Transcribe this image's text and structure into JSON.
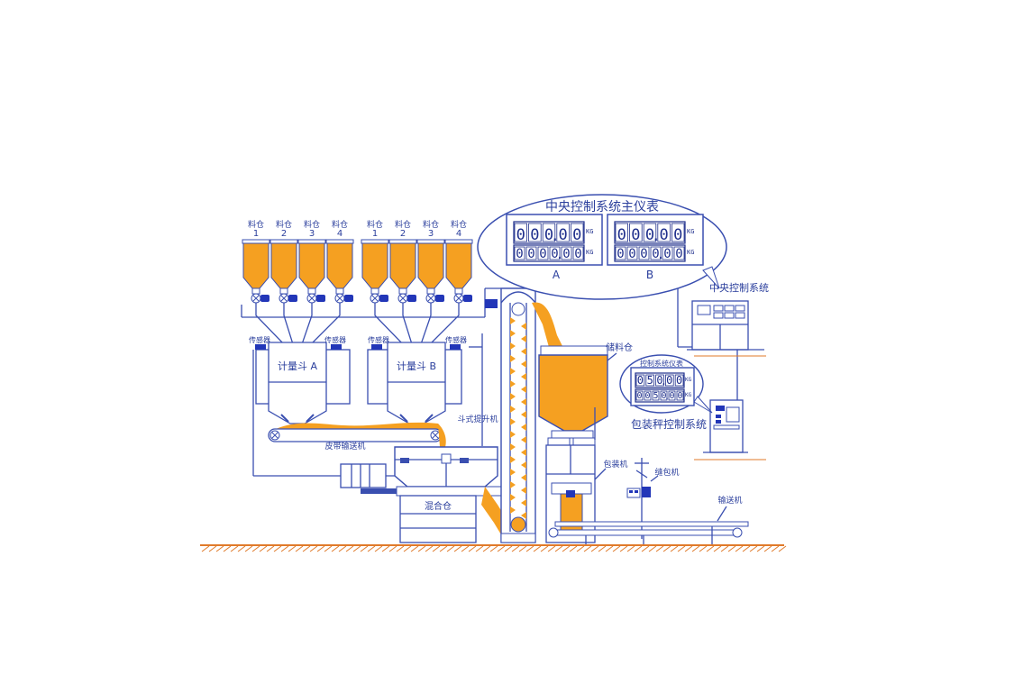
{
  "silo_group_a": [
    {
      "label": "料仓",
      "num": "1"
    },
    {
      "label": "料仓",
      "num": "2"
    },
    {
      "label": "料仓",
      "num": "3"
    },
    {
      "label": "料仓",
      "num": "4"
    }
  ],
  "silo_group_b": [
    {
      "label": "料仓",
      "num": "1"
    },
    {
      "label": "料仓",
      "num": "2"
    },
    {
      "label": "料仓",
      "num": "3"
    },
    {
      "label": "料仓",
      "num": "4"
    }
  ],
  "sensor_label": "传感器",
  "weigh_hopper_a": "计量斗 A",
  "weigh_hopper_b": "计量斗 B",
  "belt_conveyor": "皮带输送机",
  "mixing_bin": "混合仓",
  "bucket_elevator": "斗式提升机",
  "storage_bin": "储料仓",
  "bagging_machine": "包装机",
  "sewing_machine": "缝包机",
  "conveyor": "输送机",
  "central_control_system": "中央控制系统",
  "bagging_scale_control_system": "包装秤控制系统",
  "main_meter": {
    "title": "中央控制系统主仪表",
    "unit": "KG",
    "panels": [
      {
        "name": "A",
        "top": "000.00",
        "bottom": "0000.00"
      },
      {
        "name": "B",
        "top": "000.00",
        "bottom": "0000.00"
      }
    ]
  },
  "scale_meter": {
    "title": "控制系统仪表",
    "unit": "KG",
    "top": "050.00",
    "bottom": "0050.00"
  },
  "colors": {
    "material": "#f5a021",
    "line": "#3a4fb0",
    "valve": "#2236b8",
    "ground": "#e07a2a"
  }
}
